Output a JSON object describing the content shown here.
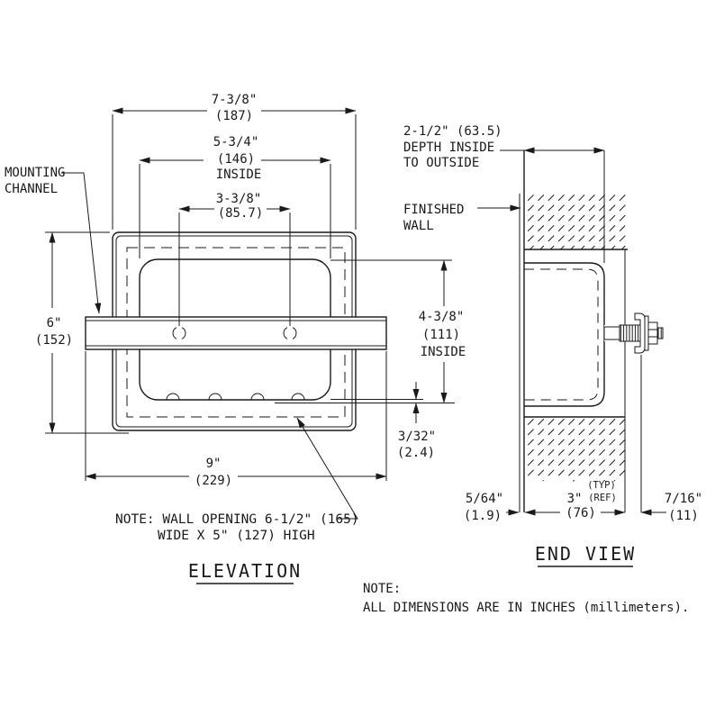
{
  "elevation": {
    "title": "ELEVATION",
    "mounting_channel_label": [
      "MOUNTING",
      "CHANNEL"
    ],
    "dim_width_outer": [
      "7-3/8\"",
      "(187)"
    ],
    "dim_width_inside": [
      "5-3/4\"",
      "(146)",
      "INSIDE"
    ],
    "dim_hole_spacing": [
      "3-3/8\"",
      "(85.7)"
    ],
    "dim_height": [
      "6\"",
      "(152)"
    ],
    "dim_length": [
      "9\"",
      "(229)"
    ],
    "dim_height_inside": [
      "4-3/8\"",
      "(111)",
      "INSIDE"
    ],
    "dim_bottom_gap": [
      "3/32\"",
      "(2.4)"
    ],
    "wall_opening_note": [
      "NOTE: WALL OPENING 6-1/2\" (165)",
      "WIDE X 5\" (127) HIGH"
    ]
  },
  "end_view": {
    "title": "END VIEW",
    "dim_depth": [
      "2-1/2\" (63.5)",
      "DEPTH INSIDE",
      "TO OUTSIDE"
    ],
    "finished_wall_label": [
      "FINISHED",
      "WALL"
    ],
    "dim_channel_thickness": [
      "5/64\"",
      "(1.9)"
    ],
    "dim_wall_thickness": [
      "3\"",
      "(76)",
      "(TYP)",
      "(REF)"
    ],
    "dim_bolt_projection": [
      "7/16\"",
      "(11)"
    ]
  },
  "footer_note": {
    "label": "NOTE:",
    "text": "ALL DIMENSIONS ARE IN INCHES (millimeters)."
  },
  "colors": {
    "line": "#1a1a1a",
    "background": "#ffffff"
  }
}
